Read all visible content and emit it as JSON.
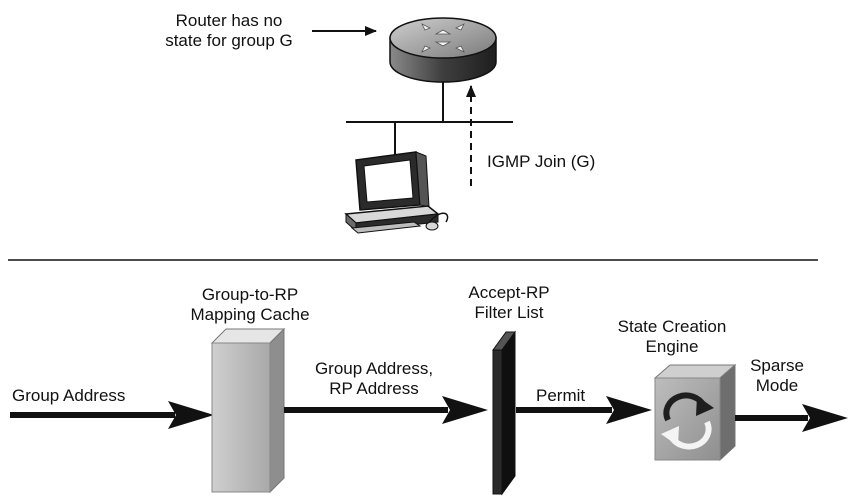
{
  "top_scene": {
    "router_note_line1": "Router has no",
    "router_note_line2": "state for group G",
    "igmp_label": "IGMP Join (G)",
    "icons": [
      "router-icon",
      "workstation-icon"
    ]
  },
  "pipeline": {
    "input_label": "Group Address",
    "cache_title_line1": "Group-to-RP",
    "cache_title_line2": "Mapping Cache",
    "cache_output_line1": "Group Address,",
    "cache_output_line2": "RP Address",
    "filter_title_line1": "Accept-RP",
    "filter_title_line2": "Filter List",
    "filter_output": "Permit",
    "engine_title_line1": "State Creation",
    "engine_title_line2": "Engine",
    "engine_output_line1": "Sparse",
    "engine_output_line2": "Mode",
    "icons": [
      "cache-block-icon",
      "filter-bar-icon",
      "state-engine-icon"
    ]
  },
  "colors": {
    "line": "#111111",
    "block_fill": "#b9b9b9",
    "filter_fill": "#2a2a2a",
    "engine_fill": "#9a9a9a"
  }
}
